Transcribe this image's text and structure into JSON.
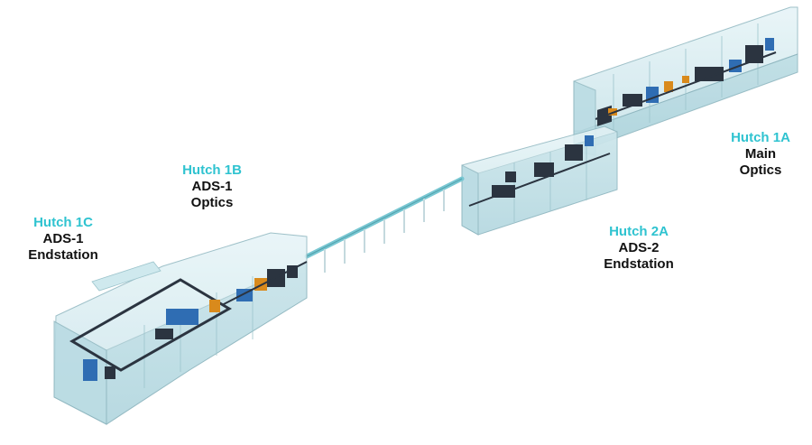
{
  "colors": {
    "hutch_name": "#2fc3d0",
    "description": "#111111",
    "enclosure_fill": "#cfe9ee",
    "enclosure_edge": "#8fb7c0",
    "equipment_dark": "#2b3440",
    "equipment_blue": "#2f6db3",
    "equipment_orange": "#d98a1c",
    "beamline_pipe": "#78c7d2"
  },
  "hutches": [
    {
      "name": "Hutch 1A",
      "lines": [
        "Main",
        "Optics"
      ]
    },
    {
      "name": "Hutch 1B",
      "lines": [
        "ADS-1",
        "Optics"
      ]
    },
    {
      "name": "Hutch 1C",
      "lines": [
        "ADS-1",
        "Endstation"
      ]
    },
    {
      "name": "Hutch 2A",
      "lines": [
        "ADS-2",
        "Endstation"
      ]
    }
  ]
}
